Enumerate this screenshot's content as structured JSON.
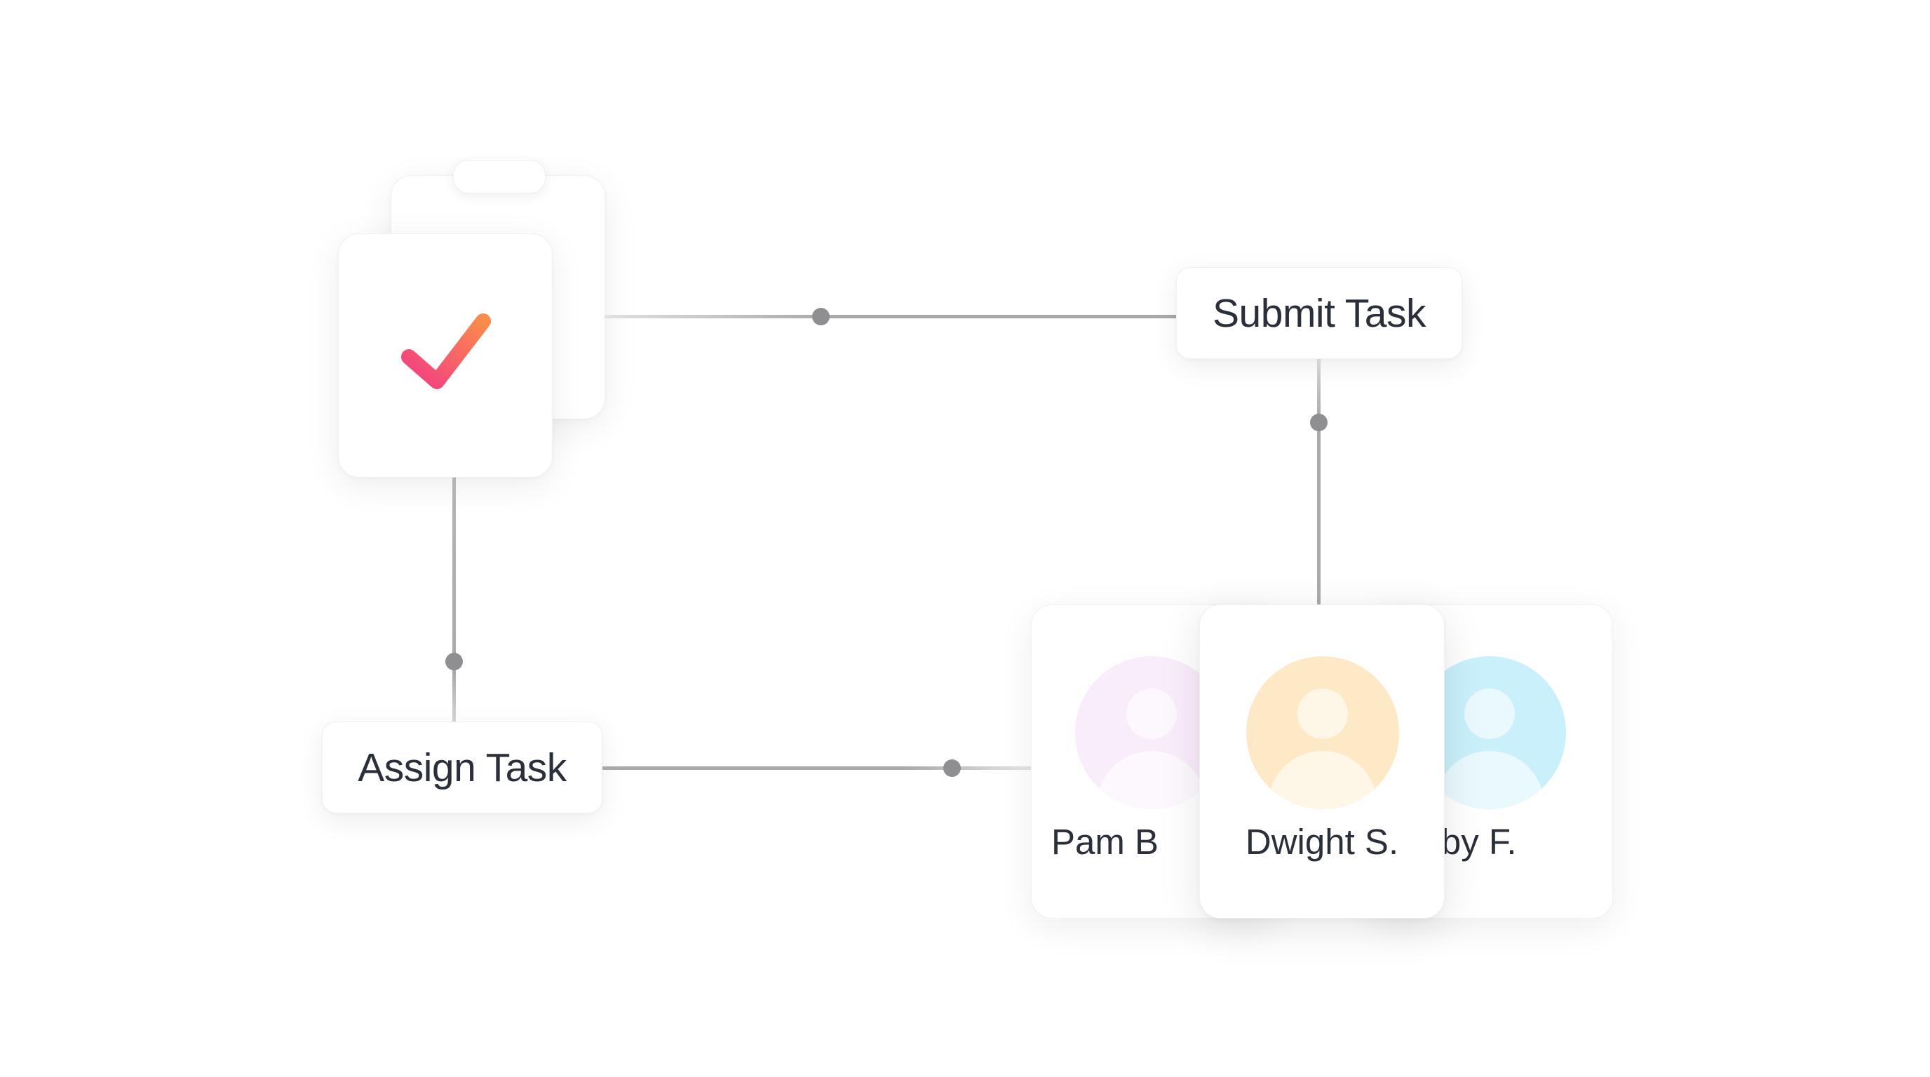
{
  "nodes": {
    "submit_task": "Submit Task",
    "assign_task": "Assign Task"
  },
  "people": [
    {
      "name": "Pam B",
      "avatar_color": "#f9ecfb"
    },
    {
      "name": "Dwight S.",
      "avatar_color": "#fde9c5"
    },
    {
      "name": "Toby F.",
      "avatar_color": "#c9f0fb"
    }
  ],
  "colors": {
    "checkmark_start": "#f23d84",
    "checkmark_end": "#fb8b4b",
    "connector": "#a9a9ab",
    "connector_dot": "#8f8f91"
  },
  "icons": {
    "task": "checkmark-icon",
    "person": "person-icon"
  }
}
